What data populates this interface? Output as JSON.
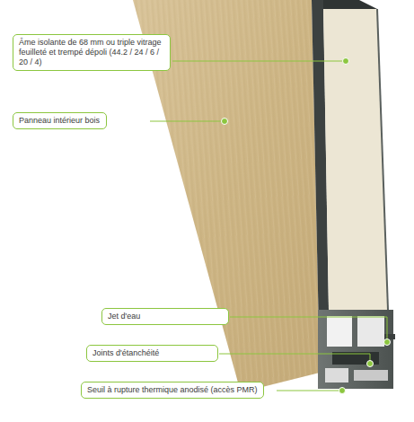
{
  "diagram": {
    "nodes": [
      {
        "text": [
          "Âme isolante de 68 mm ou triple vitrage feuilleté et trempé dépoli (44.2 / 24 / 6 / 20 / 4)"
        ]
      },
      {
        "text": [
          "Panneau intérieur bois"
        ]
      },
      {
        "text": [
          "Jet d'eau"
        ]
      },
      {
        "text": [
          "Joints d'étanchéité"
        ]
      },
      {
        "text": [
          "Seuil à rupture thermique anodisé (accès PMR)"
        ]
      }
    ]
  }
}
